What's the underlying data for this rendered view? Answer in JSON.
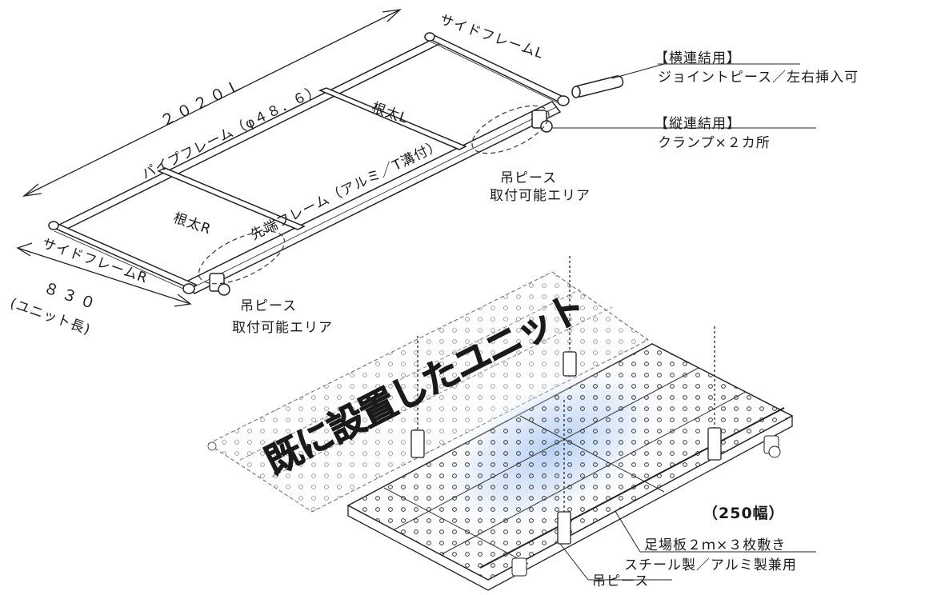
{
  "labels": {
    "side_frame_l": "サイドフレームL",
    "dim_2020": "２０２０Ｌ",
    "pipe_frame": "パイプフレーム（φ４８．６）",
    "joist_l": "根太L",
    "tip_frame": "先端フレーム（アルミ／T溝付）",
    "joist_r": "根太R",
    "side_frame_r": "サイドフレームR",
    "dim_830": "８３０",
    "unit_length": "(ユニット長)",
    "hang_area_right_1": "吊ピース",
    "hang_area_right_2": "取付可能エリア",
    "hang_area_left_1": "吊ピース",
    "hang_area_left_2": "取付可能エリア",
    "horizontal_joint_title": "【横連結用】",
    "horizontal_joint_desc": "ジョイントピース／左右挿入可",
    "vertical_joint_title": "【縦連結用】",
    "vertical_joint_desc": "クランプ×２カ所",
    "installed_unit": "既に設置したユニット",
    "width_250": "（250幅）",
    "scaffold_board_1": "足場板２ｍ×３枚敷き",
    "scaffold_board_2": "スチール製／アルミ製兼用",
    "hang_piece": "吊ピース"
  }
}
